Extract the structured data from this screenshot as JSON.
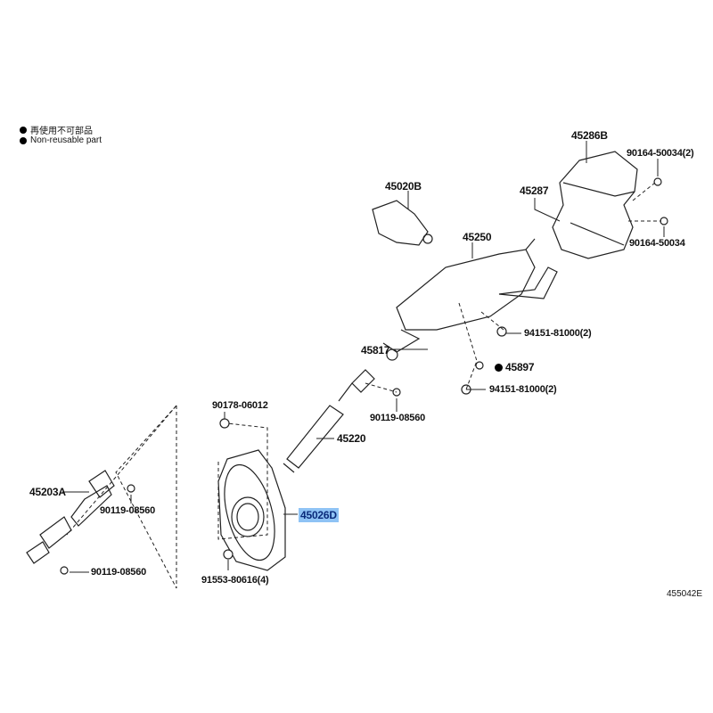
{
  "legend": [
    {
      "icon": "filled-circle-icon",
      "label": "再使用不可部品"
    },
    {
      "icon": "filled-circle-icon",
      "label": "Non-reusable part"
    }
  ],
  "parts": {
    "p45286B": "45286B",
    "p90164_2": "90164-50034(2)",
    "p45287": "45287",
    "p90164": "90164-50034",
    "p45020B": "45020B",
    "p45250": "45250",
    "p94151_a": "94151-81000(2)",
    "p45817": "45817",
    "p45897": "45897",
    "p94151_b": "94151-81000(2)",
    "p90178": "90178-06012",
    "p90119_a": "90119-08560",
    "p45220": "45220",
    "p45203A": "45203A",
    "p90119_b": "90119-08560",
    "p45026D": "45026D",
    "p90119_c": "90119-08560",
    "p91553": "91553-80616(4)"
  },
  "highlight_color": "#8fc3f5",
  "diagram_ref": "455042E"
}
